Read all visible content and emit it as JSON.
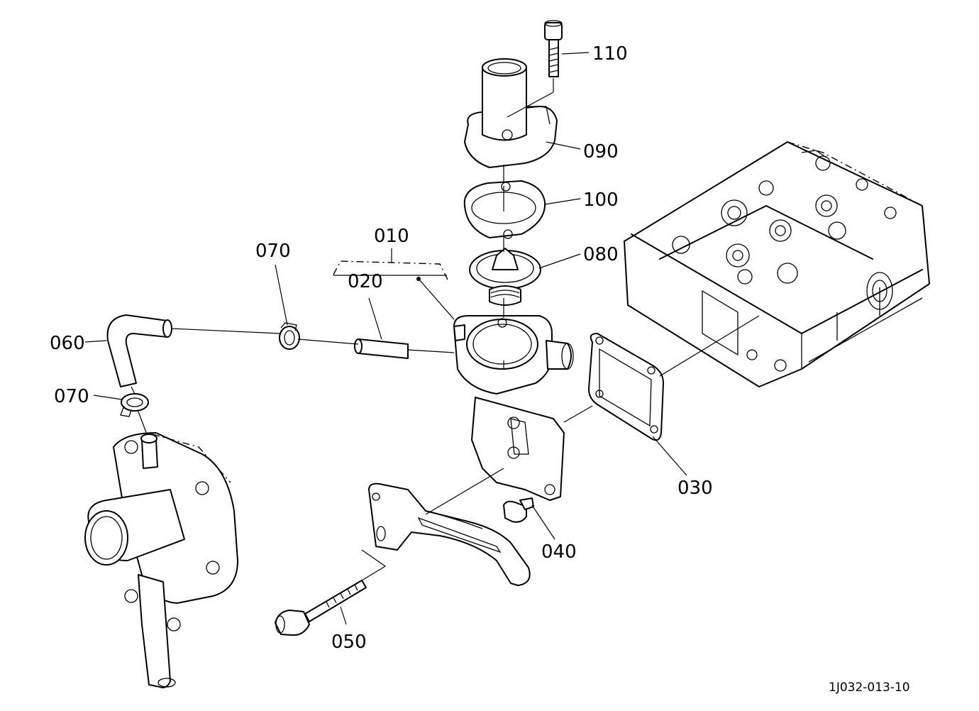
{
  "diagram": {
    "reference_code": "1J032-013-10",
    "parts": [
      {
        "id": "p010",
        "number": "010"
      },
      {
        "id": "p020",
        "number": "020"
      },
      {
        "id": "p030",
        "number": "030"
      },
      {
        "id": "p040",
        "number": "040"
      },
      {
        "id": "p050",
        "number": "050"
      },
      {
        "id": "p060",
        "number": "060"
      },
      {
        "id": "p070a",
        "number": "070"
      },
      {
        "id": "p070b",
        "number": "070"
      },
      {
        "id": "p080",
        "number": "080"
      },
      {
        "id": "p090",
        "number": "090"
      },
      {
        "id": "p100",
        "number": "100"
      },
      {
        "id": "p110",
        "number": "110"
      }
    ]
  }
}
